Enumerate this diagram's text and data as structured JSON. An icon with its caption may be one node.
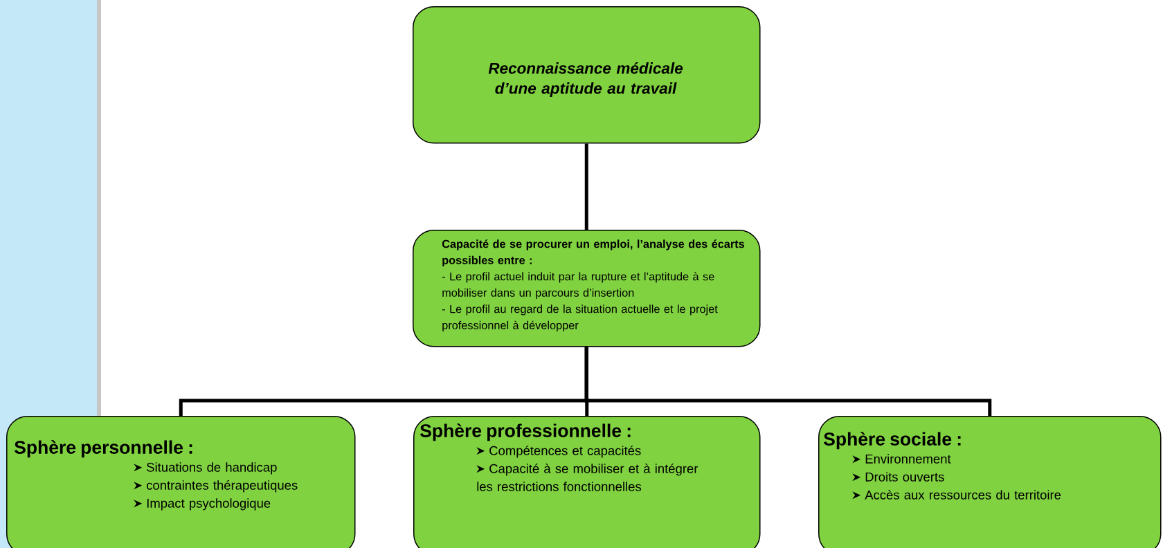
{
  "diagram": {
    "nodes": [
      {
        "text": [
          "Reconnaissance médicale d’une aptitude au travail"
        ]
      },
      {
        "text": [
          "Capacité de se procurer un emploi, l’analyse des écarts possibles entre :",
          "- Le profil actuel induit par la rupture et l’aptitude à se mobiliser dans un parcours d’insertion",
          "- Le profil au regard de la situation actuelle et le projet professionnel à développer"
        ]
      },
      {
        "text": [
          "Sphère personnelle :",
          "Situations de handicap",
          "contraintes thérapeutiques",
          "Impact psychologique"
        ]
      },
      {
        "text": [
          "Sphère professionnelle :",
          "Compétences et capacités",
          "Capacité à se mobiliser et à intégrer les restrictions fonctionnelles"
        ]
      },
      {
        "text": [
          "Sphère sociale :",
          "Environnement",
          "Droits ouverts",
          "Accès aux ressources du territoire"
        ]
      }
    ],
    "edges": [
      {
        "from": 0,
        "to": 1,
        "arrow": "none"
      },
      {
        "from": 1,
        "to": 2,
        "arrow": "none"
      },
      {
        "from": 1,
        "to": 3,
        "arrow": "none"
      },
      {
        "from": 1,
        "to": 4,
        "arrow": "none"
      }
    ]
  }
}
